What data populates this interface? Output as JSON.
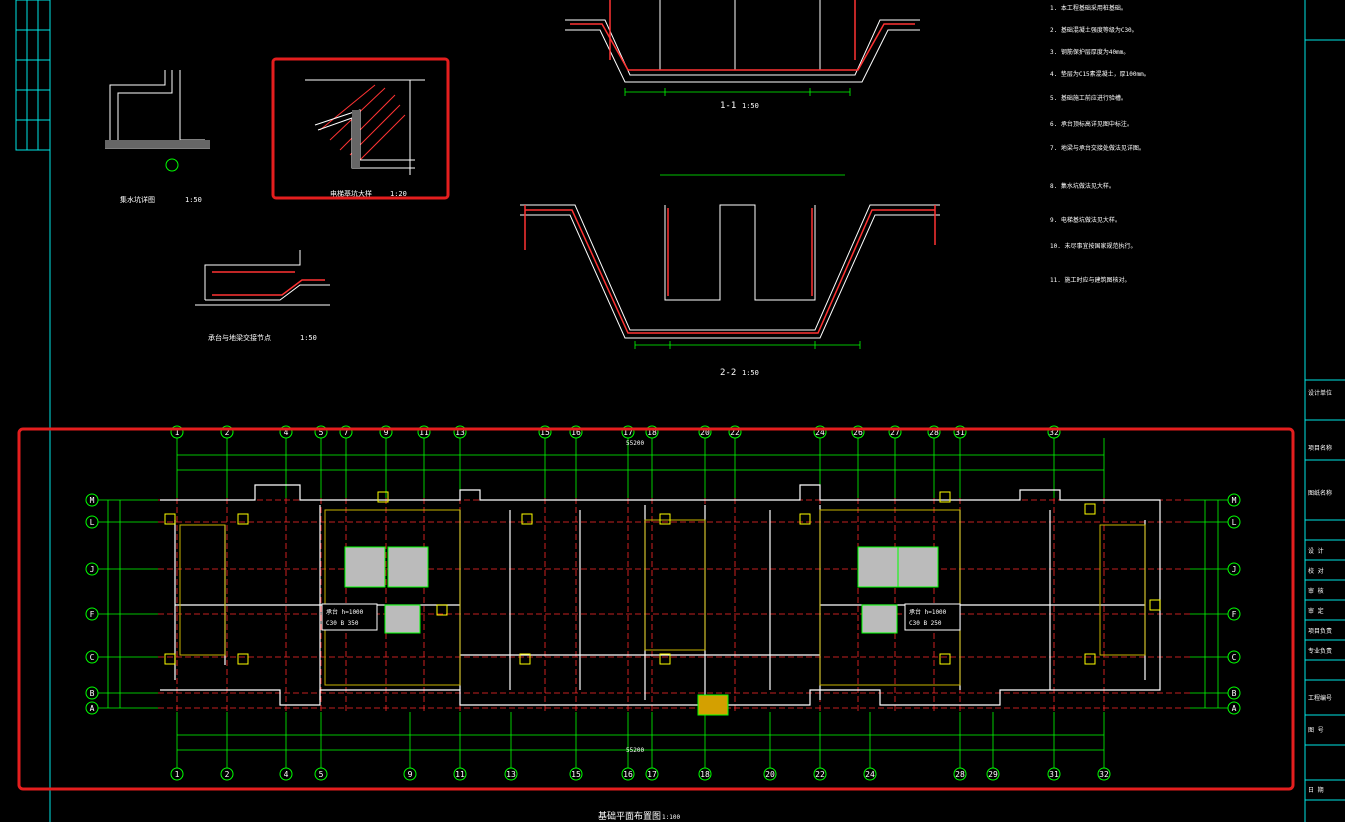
{
  "drawing": {
    "plan_title": "基础平面布置图",
    "plan_scale": "1:100",
    "top_axes": [
      "1",
      "2",
      "4",
      "5",
      "7",
      "9",
      "11",
      "13",
      "15",
      "16",
      "17",
      "18",
      "20",
      "22",
      "24",
      "26",
      "27",
      "28",
      "31",
      "32"
    ],
    "bottom_axes": [
      "1",
      "2",
      "4",
      "5",
      "9",
      "11",
      "13",
      "15",
      "16",
      "17",
      "18",
      "20",
      "22",
      "24",
      "28",
      "29",
      "31",
      "32"
    ],
    "row_axes": [
      "M",
      "L",
      "J",
      "F",
      "C",
      "B",
      "A"
    ],
    "section_1": {
      "label": "1-1",
      "scale": "1:50"
    },
    "section_2": {
      "label": "2-2",
      "scale": "1:50"
    },
    "detail_a": {
      "label": "集水坑详图",
      "scale": "1:50"
    },
    "detail_b": {
      "label": "电梯基坑大样",
      "scale": "1:20"
    },
    "detail_c": {
      "label": "承台与地梁交接节点",
      "scale": "1:50"
    },
    "callout_left": {
      "line1": "承台 h=1000",
      "line2": "C30 B 350"
    },
    "callout_right": {
      "line1": "承台 h=1000",
      "line2": "C30 B 250"
    },
    "overall_dim": "55200",
    "notes": [
      "1. 本工程基础采用桩基础。",
      "2. 基础混凝土强度等级为C30。",
      "3. 钢筋保护层厚度为40mm。",
      "4. 垫层为C15素混凝土，厚100mm。",
      "5. 基础施工前应进行验槽。",
      "6. 承台顶标高详见图中标注。",
      "7. 地梁与承台交接处做法见详图。",
      "8. 集水坑做法见大样。",
      "9. 电梯基坑做法见大样。",
      "10. 未尽事宜按国家规范执行。",
      "11. 施工时应与建筑图核对。"
    ],
    "title_block": [
      "设计单位",
      "项目名称",
      "图纸名称",
      "设 计",
      "校 对",
      "审 核",
      "审 定",
      "项目负责",
      "专业负责",
      "工程编号",
      "图 号",
      "日 期"
    ]
  },
  "colors": {
    "background": "#000000",
    "grid": "#00ff00",
    "axis_line": "#ff2a2a",
    "wall": "#ffffff",
    "frame": "#00e5e5",
    "highlight": "#e41e1e",
    "column": "#ffff00"
  }
}
